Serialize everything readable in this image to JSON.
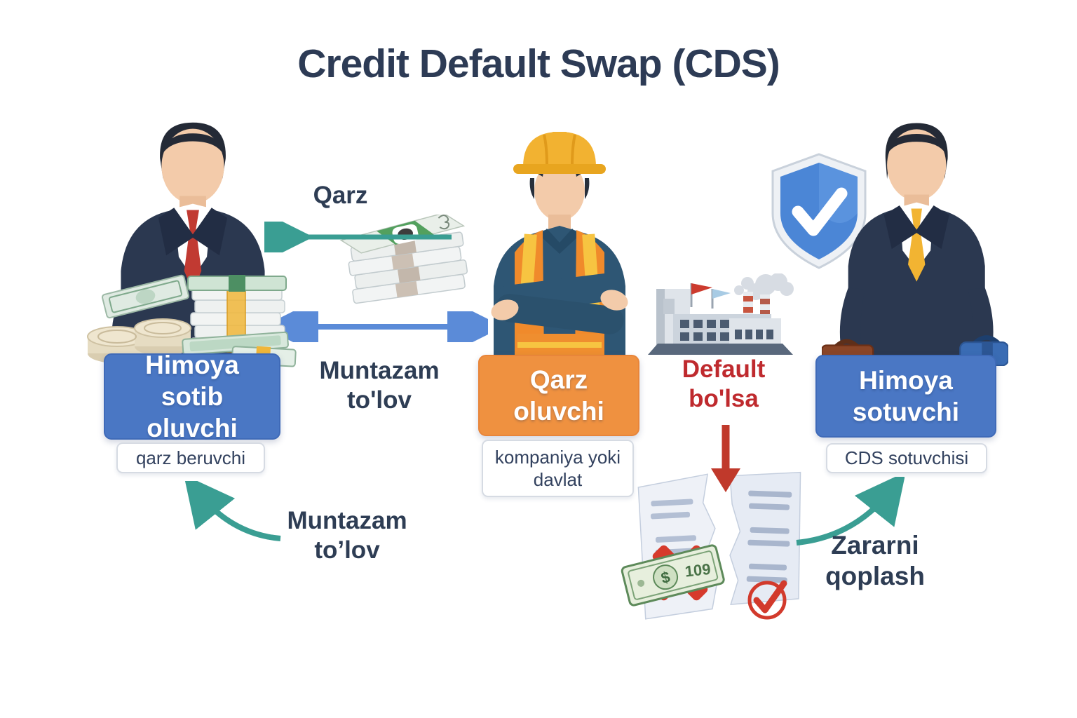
{
  "title": "Credit Default Swap (CDS)",
  "colors": {
    "title_text": "#2d3b55",
    "dark_text": "#2e3d54",
    "blue_box": "#4a77c4",
    "orange_box": "#ef9140",
    "teal_arrow": "#3a9e93",
    "blue_arrow": "#5b8bd8",
    "red_arrow": "#c0392b",
    "red_text": "#bf2a2e",
    "sub_label_bg": "#ffffff",
    "sub_label_border": "#d6dbe3"
  },
  "actors": {
    "protection_buyer": {
      "box_label": "Himoya sotib oluvchi",
      "sub_label": "qarz beruvchi",
      "figure": "businessman-red-tie-with-money-icon"
    },
    "borrower": {
      "box_label": "Qarz oluvchi",
      "sub_label": "kompaniya yoki davlat",
      "figure": "construction-worker-icon"
    },
    "protection_seller": {
      "box_label": "Himoya sotuvchi",
      "sub_label": "CDS sotuvchisi",
      "figure": "businessman-yellow-tie-briefcases-icon"
    }
  },
  "flows": {
    "loan": {
      "label": "Qarz"
    },
    "regular_payment_top": {
      "label": "Muntazam to'lov"
    },
    "default_event": {
      "label": "Default bo'lsa"
    },
    "regular_payment_bottom": {
      "label": "Muntazam to’lov"
    },
    "loss_coverage": {
      "label": "Zararni qoplash"
    }
  },
  "icons": {
    "money_bundle_stack": "cash-bundle-stack-icon",
    "coins_and_cash_pile": "coins-and-cash-pile-icon",
    "factory": "factory-smokestacks-icon",
    "shield_check": "shield-checkmark-icon",
    "torn_contract": "torn-document-icon",
    "red_cross": "red-x-icon",
    "red_circle_check": "red-circle-check-icon",
    "banknote_value": "109"
  }
}
